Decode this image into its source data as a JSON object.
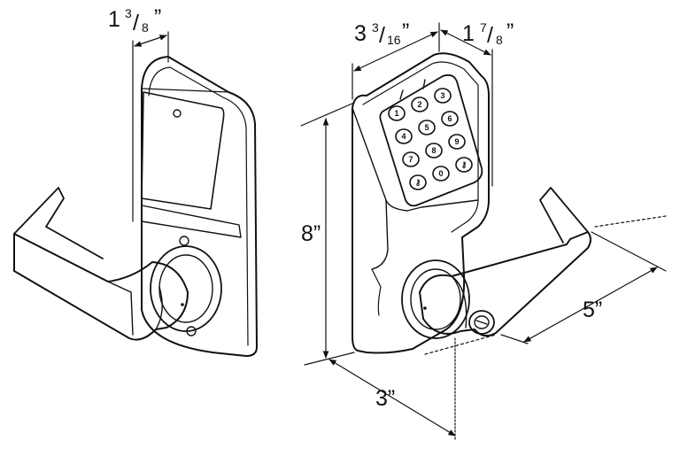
{
  "dimensions": {
    "side_depth": {
      "whole": "1",
      "num": "3",
      "den": "8",
      "suffix": "”"
    },
    "front_width": {
      "whole": "3",
      "num": "3",
      "den": "16",
      "suffix": "”"
    },
    "keypad_depth": {
      "whole": "1",
      "num": "7",
      "den": "8",
      "suffix": "”"
    },
    "height": "8”",
    "lever_length": "5”",
    "base_depth": "3”"
  },
  "keypad": {
    "keys": [
      "1",
      "2",
      "3",
      "4",
      "5",
      "6",
      "7",
      "8",
      "9",
      "⚷",
      "0",
      "⚷"
    ]
  },
  "colors": {
    "line": "#111111",
    "paper": "#ffffff"
  }
}
